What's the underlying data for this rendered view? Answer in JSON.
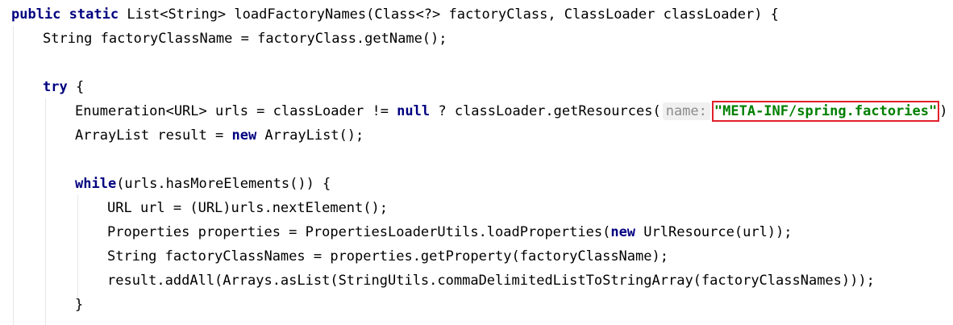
{
  "code": {
    "line1": {
      "kw_public": "public",
      "kw_static": "static",
      "text": "List<String> loadFactoryNames(Class<?> factoryClass, ClassLoader classLoader) {"
    },
    "line2": {
      "text": "String factoryClassName = factoryClass.getName();"
    },
    "line4": {
      "kw_try": "try",
      "text": "{"
    },
    "line5": {
      "text_a": "Enumeration<URL> urls = classLoader != ",
      "kw_null": "null",
      "text_b": " ? classLoader.getResources(",
      "hint": "name:",
      "string": "\"META-INF/spring.factories\"",
      "text_c": ")"
    },
    "line6": {
      "text_a": "ArrayList result = ",
      "kw_new": "new",
      "text_b": " ArrayList();"
    },
    "line8": {
      "kw_while": "while",
      "text": "(urls.hasMoreElements()) {"
    },
    "line9": {
      "text": "URL url = (URL)urls.nextElement();"
    },
    "line10": {
      "text_a": "Properties properties = PropertiesLoaderUtils.loadProperties(",
      "kw_new": "new",
      "text_b": " UrlResource(url));"
    },
    "line11": {
      "text": "String factoryClassNames = properties.getProperty(factoryClassName);"
    },
    "line12": {
      "text": "result.addAll(Arrays.asList(StringUtils.commaDelimitedListToStringArray(factoryClassNames)));"
    },
    "line13": {
      "text": "}"
    }
  },
  "colors": {
    "keyword": "#000080",
    "string": "#008000",
    "highlight_border": "#e0202a",
    "hint_bg": "#f0f0f0"
  }
}
